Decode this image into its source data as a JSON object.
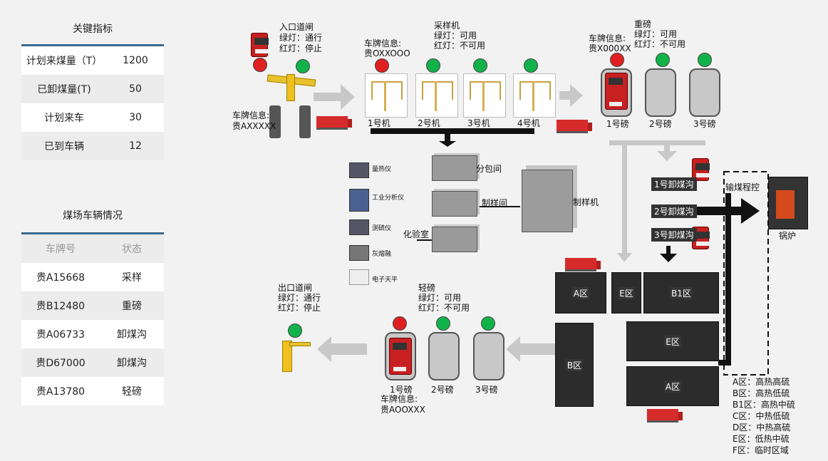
{
  "kpi": {
    "title": "关键指标",
    "rows": [
      {
        "label": "计划来煤量（T）",
        "value": "1200"
      },
      {
        "label": "已卸煤量(T)",
        "value": "50"
      },
      {
        "label": "计划来车",
        "value": "30"
      },
      {
        "label": "已到车辆",
        "value": "12"
      }
    ]
  },
  "vehicles": {
    "title": "煤场车辆情况",
    "headers": [
      "车牌号",
      "状态"
    ],
    "rows": [
      {
        "plate": "贵A15668",
        "status": "采样"
      },
      {
        "plate": "贵B12480",
        "status": "重磅"
      },
      {
        "plate": "贵A06733",
        "status": "卸煤沟"
      },
      {
        "plate": "贵D67000",
        "status": "卸煤沟"
      },
      {
        "plate": "贵A13780",
        "status": "轻磅"
      }
    ]
  },
  "entry_gate": {
    "title": "入口道闸",
    "green": "绿灯：通行",
    "red": "红灯：停止",
    "plate_label": "车牌信息:",
    "plate": "贵AXXXXX"
  },
  "sampler": {
    "title": "采样机",
    "green": "绿灯：可用",
    "red": "红灯：不可用",
    "plate_label": "车牌信息:",
    "plate": "贵OXXOOO",
    "machines": [
      "1号机",
      "2号机",
      "3号机",
      "4号机"
    ]
  },
  "heavy_scale": {
    "title": "重磅",
    "green": "绿灯：可用",
    "red": "红灯：不可用",
    "plate_label": "车牌信息:",
    "plate": "贵X000XX",
    "scales": [
      "1号磅",
      "2号磅",
      "3号磅"
    ]
  },
  "lab": {
    "pack_room": "分包间",
    "prep_room": "制样间",
    "lab_room": "化验室",
    "sample_machine": "制样机",
    "instruments": [
      "量热仪",
      "工业分析仪",
      "测硫仪",
      "灰熔融",
      "电子天平"
    ]
  },
  "unloading": {
    "pits": [
      "1号卸煤沟",
      "2号卸煤沟",
      "3号卸煤沟"
    ],
    "conveyor": "输煤程控",
    "boiler": "锅炉"
  },
  "zones": {
    "a": "A区",
    "e": "E区",
    "b1": "B1区",
    "e2": "E区",
    "a2": "A区",
    "b": "B区"
  },
  "legend": [
    "A区：高热高硫",
    "B区：高热低硫",
    "B1区：高热中硫",
    "C区：中热低硫",
    "D区：中热高硫",
    "E区：低热中硫",
    "F区：临时区域"
  ],
  "exit_gate": {
    "title": "出口道闸",
    "green": "绿灯：通行",
    "red": "红灯：停止"
  },
  "light_scale": {
    "title": "轻磅",
    "green": "绿灯：可用",
    "red": "红灯：不可用",
    "plate_label": "车牌信息:",
    "plate": "贵AOOXXX",
    "scales": [
      "1号磅",
      "2号磅",
      "3号磅"
    ]
  },
  "colors": {
    "red_light": "#e02020",
    "green_light": "#12b24a",
    "panel_accent": "#3a6a92",
    "arrow": "#c8c8c8"
  }
}
